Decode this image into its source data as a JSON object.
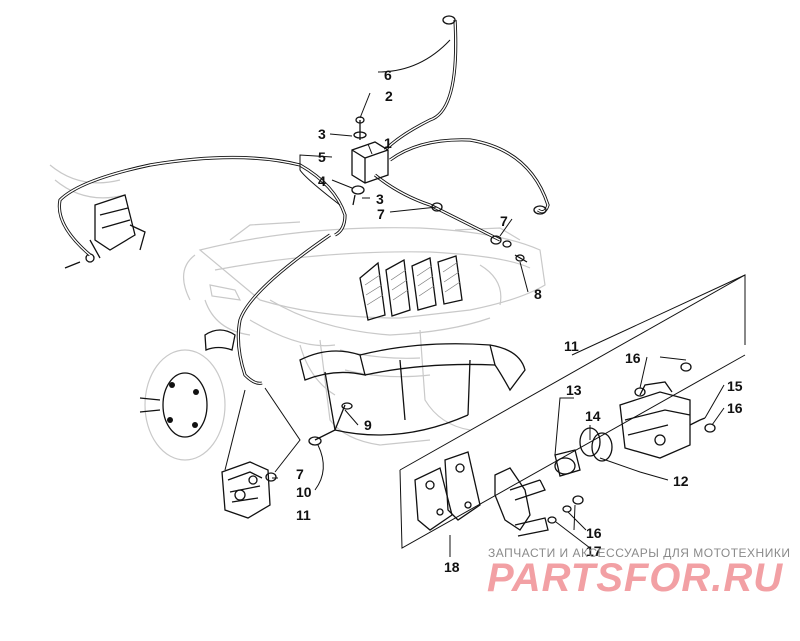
{
  "callouts": {
    "c1": "1",
    "c2": "2",
    "c3a": "3",
    "c3b": "3",
    "c4": "4",
    "c5": "5",
    "c6": "6",
    "c7a": "7",
    "c7b": "7",
    "c7c": "7",
    "c8": "8",
    "c9": "9",
    "c10": "10",
    "c11a": "11",
    "c11b": "11",
    "c12": "12",
    "c13": "13",
    "c14": "14",
    "c15": "15",
    "c16a": "16",
    "c16b": "16",
    "c16c": "16",
    "c17": "17",
    "c18": "18"
  },
  "watermark": {
    "subtitle": "ЗАПЧАСТИ И АКСЕССУАРЫ ДЛЯ МОТОТЕХНИКИ",
    "logo": "PARTSFOR.RU"
  }
}
